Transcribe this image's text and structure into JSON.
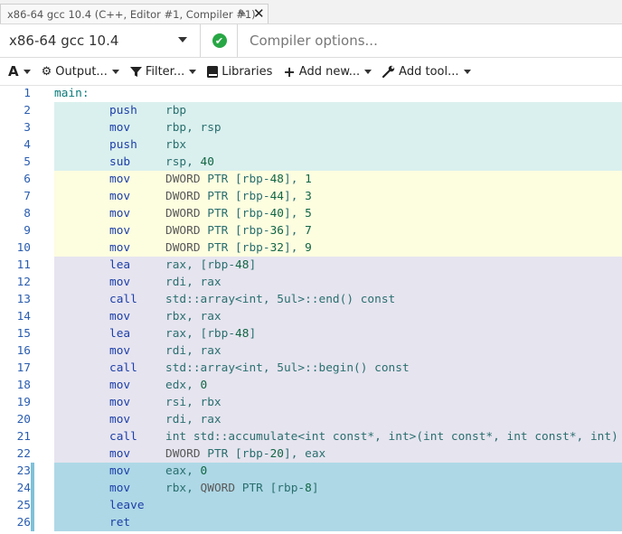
{
  "tab": {
    "title": "x86-64 gcc 10.4 (C++, Editor #1, Compiler #1)"
  },
  "compiler": {
    "name": "x86-64 gcc 10.4",
    "options_placeholder": "Compiler options..."
  },
  "toolbar": {
    "font_label": "A",
    "output_label": "Output...",
    "filter_label": "Filter...",
    "libraries_label": "Libraries",
    "add_new_label": "Add new...",
    "add_tool_label": "Add tool..."
  },
  "colors": {
    "block_prologue": "#daf0ee",
    "block_init": "#fdfde0",
    "block_body": "#e6e4ef",
    "block_epilogue": "#aed8e6",
    "marker": "#7fc1d9"
  },
  "code_lines": [
    {
      "n": "1",
      "text": "main:",
      "label": true,
      "block": "none"
    },
    {
      "n": "2",
      "mn": "push",
      "ops": "rbp",
      "block": "prologue"
    },
    {
      "n": "3",
      "mn": "mov",
      "ops": "rbp, rsp",
      "block": "prologue"
    },
    {
      "n": "4",
      "mn": "push",
      "ops": "rbx",
      "block": "prologue"
    },
    {
      "n": "5",
      "mn": "sub",
      "ops": "rsp, 40",
      "block": "prologue"
    },
    {
      "n": "6",
      "mn": "mov",
      "ops": "DWORD PTR [rbp-48], 1",
      "block": "init"
    },
    {
      "n": "7",
      "mn": "mov",
      "ops": "DWORD PTR [rbp-44], 3",
      "block": "init"
    },
    {
      "n": "8",
      "mn": "mov",
      "ops": "DWORD PTR [rbp-40], 5",
      "block": "init"
    },
    {
      "n": "9",
      "mn": "mov",
      "ops": "DWORD PTR [rbp-36], 7",
      "block": "init"
    },
    {
      "n": "10",
      "mn": "mov",
      "ops": "DWORD PTR [rbp-32], 9",
      "block": "init"
    },
    {
      "n": "11",
      "mn": "lea",
      "ops": "rax, [rbp-48]",
      "block": "body"
    },
    {
      "n": "12",
      "mn": "mov",
      "ops": "rdi, rax",
      "block": "body"
    },
    {
      "n": "13",
      "mn": "call",
      "ops": "std::array<int, 5ul>::end() const",
      "block": "body"
    },
    {
      "n": "14",
      "mn": "mov",
      "ops": "rbx, rax",
      "block": "body"
    },
    {
      "n": "15",
      "mn": "lea",
      "ops": "rax, [rbp-48]",
      "block": "body"
    },
    {
      "n": "16",
      "mn": "mov",
      "ops": "rdi, rax",
      "block": "body"
    },
    {
      "n": "17",
      "mn": "call",
      "ops": "std::array<int, 5ul>::begin() const",
      "block": "body"
    },
    {
      "n": "18",
      "mn": "mov",
      "ops": "edx, 0",
      "block": "body"
    },
    {
      "n": "19",
      "mn": "mov",
      "ops": "rsi, rbx",
      "block": "body"
    },
    {
      "n": "20",
      "mn": "mov",
      "ops": "rdi, rax",
      "block": "body"
    },
    {
      "n": "21",
      "mn": "call",
      "ops": "int std::accumulate<int const*, int>(int const*, int const*, int)",
      "block": "body"
    },
    {
      "n": "22",
      "mn": "mov",
      "ops": "DWORD PTR [rbp-20], eax",
      "block": "body"
    },
    {
      "n": "23",
      "mn": "mov",
      "ops": "eax, 0",
      "block": "epilogue",
      "marker": true
    },
    {
      "n": "24",
      "mn": "mov",
      "ops": "rbx, QWORD PTR [rbp-8]",
      "block": "epilogue",
      "marker": true
    },
    {
      "n": "25",
      "mn": "leave",
      "ops": "",
      "block": "epilogue",
      "marker": true
    },
    {
      "n": "26",
      "mn": "ret",
      "ops": "",
      "block": "epilogue",
      "marker": true
    }
  ]
}
